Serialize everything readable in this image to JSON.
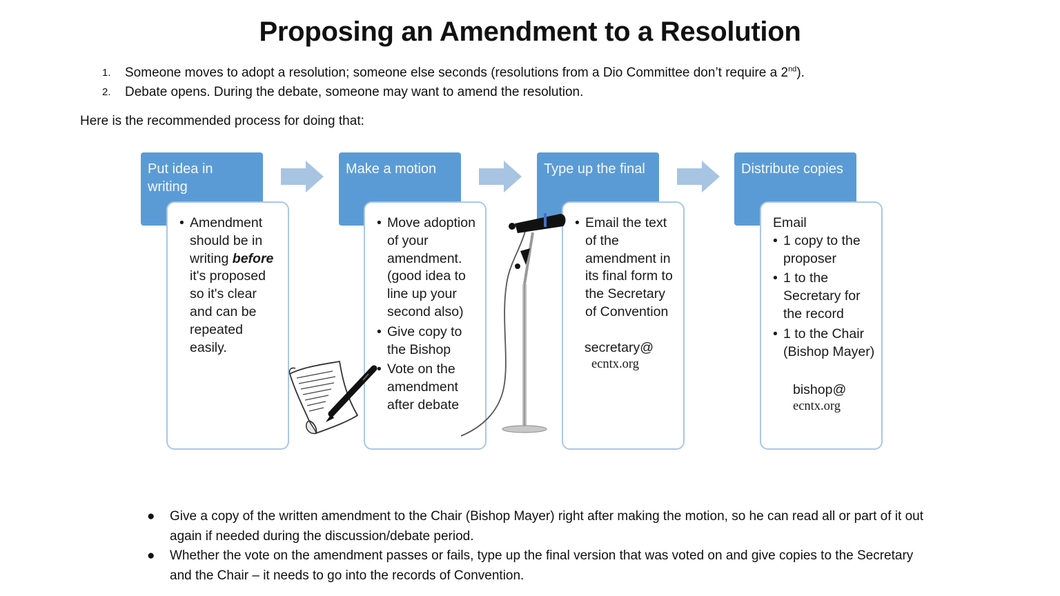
{
  "title": "Proposing an Amendment to a Resolution",
  "steps": [
    {
      "num": "1.",
      "text": "Someone moves to adopt a resolution; someone else seconds (resolutions from a Dio Committee don’t require a 2",
      "sup": "nd",
      "tail": ")."
    },
    {
      "num": "2.",
      "text": "Debate opens. During the debate, someone may want to amend the resolution."
    }
  ],
  "intro": "Here is the recommended process for doing that:",
  "process": [
    {
      "header": "Put idea in writing",
      "bullets": [
        "Amendment should be in writing",
        "before",
        " it's proposed so it's clear and can be repeated easily."
      ]
    },
    {
      "header": "Make a motion",
      "bullets": [
        "Move adoption of your amendment. (good idea to line up your second also)",
        "Give copy to the Bishop",
        "Vote on the amendment after debate"
      ]
    },
    {
      "header": "Type up the final",
      "bullets": [
        "Email the text of the amendment in its final form to the Secretary of Convention"
      ],
      "email_user": "secretary@",
      "email_domain": "ecntx.org"
    },
    {
      "header": "Distribute copies",
      "lead": "Email",
      "bullets": [
        "1 copy to the proposer",
        "1 to the Secretary for the record",
        "1 to the Chair (Bishop Mayer)"
      ],
      "email_user": "bishop@",
      "email_domain": "ecntx.org"
    }
  ],
  "notes": [
    "Give a copy of the written amendment to the Chair (Bishop Mayer) right after making the motion, so he can read all or part of it out again if needed during the discussion/debate period.",
    "Whether the vote on the amendment passes or fails, type up the final version that was voted on and give copies to the Secretary and the Chair – it needs to go into the records of Convention."
  ],
  "note_bullet": "●",
  "icons": [
    "arrow-right-icon",
    "paper-and-pen-icon",
    "microphone-stand-icon"
  ],
  "colors": {
    "header_fill": "#5b9bd5",
    "card_border": "#a9c7e8",
    "arrow_fill": "#a7c4e3"
  }
}
